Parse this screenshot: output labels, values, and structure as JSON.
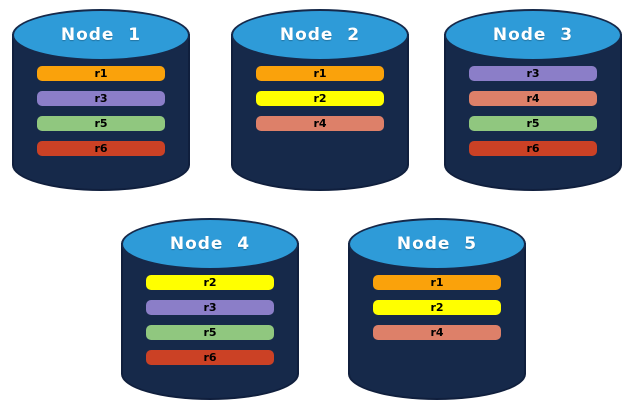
{
  "diagram": {
    "description": "Five database nodes each storing a subset of replicas r1-r6",
    "nodes": [
      {
        "label": "Node  1",
        "replicas": [
          "r1",
          "r3",
          "r5",
          "r6"
        ]
      },
      {
        "label": "Node  2",
        "replicas": [
          "r1",
          "r2",
          "r4"
        ]
      },
      {
        "label": "Node  3",
        "replicas": [
          "r3",
          "r4",
          "r5",
          "r6"
        ]
      },
      {
        "label": "Node  4",
        "replicas": [
          "r2",
          "r3",
          "r5",
          "r6"
        ]
      },
      {
        "label": "Node  5",
        "replicas": [
          "r1",
          "r2",
          "r4"
        ]
      }
    ]
  },
  "colors": {
    "background": "#ffffff",
    "cylinder_top": "#2e9bd8",
    "cylinder_body": "#16294a",
    "cylinder_outline": "#101f3d",
    "node_title_text": "#ffffff",
    "replica_label_text": "#000000",
    "replicas": {
      "r1": "#faa20b",
      "r2": "#ffff00",
      "r3": "#8b7ec8",
      "r4": "#dd8069",
      "r5": "#90c77f",
      "r6": "#cb4125"
    }
  }
}
